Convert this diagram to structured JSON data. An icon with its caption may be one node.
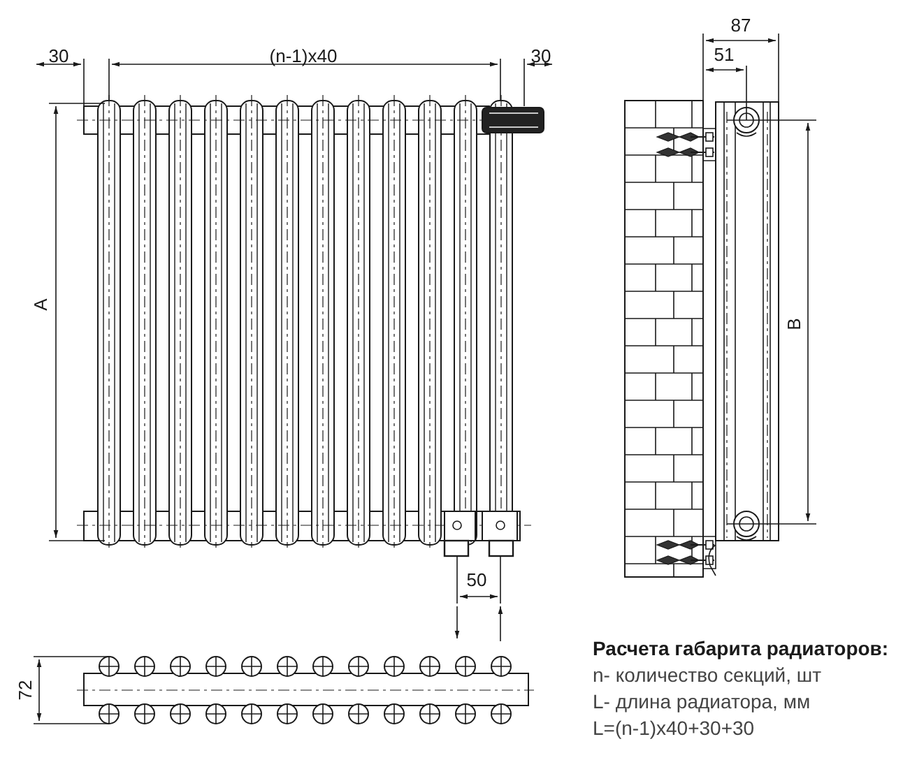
{
  "diagram": {
    "title": "Расчета габарита радиаторов:",
    "labels": [
      "30",
      "(n-1)x40",
      "30",
      "87",
      "51",
      "A",
      "B",
      "50",
      "72",
      "n- количество секций, шт",
      "L- длина радиатора, мм",
      "L=(n-1)x40+30+30"
    ]
  }
}
